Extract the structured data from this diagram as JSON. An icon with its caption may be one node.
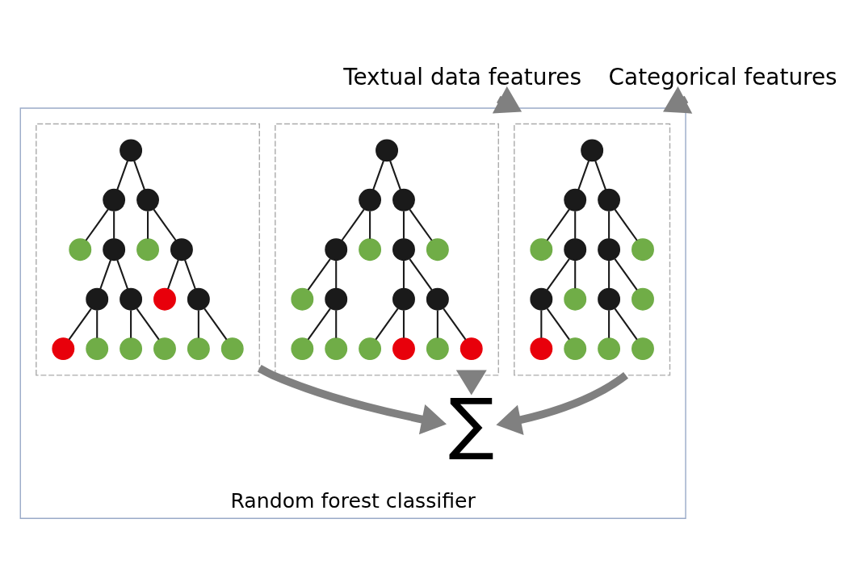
{
  "diagram": {
    "nodes": [
      {
        "text": [
          "Textual data features"
        ]
      },
      {
        "text": [
          "Categorical features"
        ]
      },
      {
        "text": [
          "Random forest classifier"
        ]
      },
      {
        "text": [],
        "shape": "box",
        "in": 2
      },
      {
        "text": [],
        "shape": "circle",
        "in": 3
      },
      {
        "text": [],
        "shape": "circle",
        "in": 3
      },
      {
        "text": [],
        "shape": "circle",
        "in": 3
      },
      {
        "text": [],
        "shape": "circle",
        "in": 3
      },
      {
        "text": [],
        "shape": "circle",
        "in": 3
      },
      {
        "text": [],
        "shape": "circle",
        "in": 3
      },
      {
        "text": [],
        "shape": "circle",
        "in": 3
      },
      {
        "text": [],
        "shape": "circle",
        "in": 3
      },
      {
        "text": [],
        "shape": "circle",
        "in": 3
      },
      {
        "text": [],
        "shape": "circle",
        "in": 3
      },
      {
        "text": [],
        "shape": "circle",
        "in": 3
      },
      {
        "text": [],
        "shape": "circle",
        "in": 3
      },
      {
        "text": [],
        "shape": "circle",
        "in": 3
      },
      {
        "text": [],
        "shape": "circle",
        "in": 3
      },
      {
        "text": [],
        "shape": "circle",
        "in": 3
      },
      {
        "text": [],
        "shape": "box",
        "in": 2
      },
      {
        "text": [],
        "shape": "circle",
        "in": 19
      },
      {
        "text": [],
        "shape": "circle",
        "in": 19
      },
      {
        "text": [],
        "shape": "circle",
        "in": 19
      },
      {
        "text": [],
        "shape": "circle",
        "in": 19
      },
      {
        "text": [],
        "shape": "circle",
        "in": 19
      },
      {
        "text": [],
        "shape": "circle",
        "in": 19
      },
      {
        "text": [],
        "shape": "circle",
        "in": 19
      },
      {
        "text": [],
        "shape": "circle",
        "in": 19
      },
      {
        "text": [],
        "shape": "circle",
        "in": 19
      },
      {
        "text": [],
        "shape": "circle",
        "in": 19
      },
      {
        "text": [],
        "shape": "circle",
        "in": 19
      },
      {
        "text": [],
        "shape": "circle",
        "in": 19
      },
      {
        "text": [],
        "shape": "circle",
        "in": 19
      },
      {
        "text": [],
        "shape": "circle",
        "in": 19
      },
      {
        "text": [],
        "shape": "circle",
        "in": 19
      },
      {
        "text": [],
        "shape": "circle",
        "in": 19
      },
      {
        "text": [],
        "shape": "circle",
        "in": 19
      },
      {
        "text": [],
        "shape": "box",
        "in": 2
      },
      {
        "text": [],
        "shape": "circle",
        "in": 37
      },
      {
        "text": [],
        "shape": "circle",
        "in": 37
      },
      {
        "text": [],
        "shape": "circle",
        "in": 37
      },
      {
        "text": [],
        "shape": "circle",
        "in": 37
      },
      {
        "text": [],
        "shape": "circle",
        "in": 37
      },
      {
        "text": [],
        "shape": "circle",
        "in": 37
      },
      {
        "text": [],
        "shape": "circle",
        "in": 37
      },
      {
        "text": [],
        "shape": "circle",
        "in": 37
      },
      {
        "text": [],
        "shape": "circle",
        "in": 37
      },
      {
        "text": [],
        "shape": "circle",
        "in": 37
      },
      {
        "text": [],
        "shape": "circle",
        "in": 37
      },
      {
        "text": [],
        "shape": "circle",
        "in": 37
      },
      {
        "text": [],
        "shape": "circle",
        "in": 37
      },
      {
        "text": [],
        "shape": "circle",
        "in": 37
      },
      {
        "text": [],
        "shape": "circle",
        "in": 37
      },
      {
        "text": [],
        "shape": "circle",
        "in": 37
      },
      {
        "text": [],
        "shape": "circle",
        "in": 37
      },
      {
        "text": [
          "∑"
        ],
        "in": 2
      }
    ],
    "edges": [
      {
        "from": 0,
        "to": 2,
        "arrow": "to",
        "style": "thick",
        "color": "#808080"
      },
      {
        "from": 1,
        "to": 2,
        "arrow": "to",
        "style": "thick",
        "color": "#808080"
      },
      {
        "from": 4,
        "to": 5,
        "arrow": "none"
      },
      {
        "from": 4,
        "to": 6,
        "arrow": "none"
      },
      {
        "from": 5,
        "to": 7,
        "arrow": "none"
      },
      {
        "from": 5,
        "to": 8,
        "arrow": "none"
      },
      {
        "from": 6,
        "to": 9,
        "arrow": "none"
      },
      {
        "from": 6,
        "to": 10,
        "arrow": "none"
      },
      {
        "from": 8,
        "to": 11,
        "arrow": "none"
      },
      {
        "from": 8,
        "to": 12,
        "arrow": "none"
      },
      {
        "from": 9,
        "to": 13,
        "arrow": "none"
      },
      {
        "from": 9,
        "to": 14,
        "arrow": "none"
      },
      {
        "from": 11,
        "to": 15,
        "arrow": "none"
      },
      {
        "from": 11,
        "to": 16,
        "arrow": "none"
      },
      {
        "from": 13,
        "to": 17,
        "arrow": "none"
      },
      {
        "from": 13,
        "to": 18,
        "arrow": "none"
      },
      {
        "from": 20,
        "to": 21,
        "arrow": "none"
      },
      {
        "from": 20,
        "to": 22,
        "arrow": "none"
      },
      {
        "from": 21,
        "to": 23,
        "arrow": "none"
      },
      {
        "from": 21,
        "to": 24,
        "arrow": "none"
      },
      {
        "from": 22,
        "to": 25,
        "arrow": "none"
      },
      {
        "from": 22,
        "to": 26,
        "arrow": "none"
      },
      {
        "from": 23,
        "to": 27,
        "arrow": "none"
      },
      {
        "from": 23,
        "to": 28,
        "arrow": "none"
      },
      {
        "from": 25,
        "to": 29,
        "arrow": "none"
      },
      {
        "from": 25,
        "to": 30,
        "arrow": "none"
      },
      {
        "from": 28,
        "to": 31,
        "arrow": "none"
      },
      {
        "from": 28,
        "to": 32,
        "arrow": "none"
      },
      {
        "from": 29,
        "to": 33,
        "arrow": "none"
      },
      {
        "from": 29,
        "to": 34,
        "arrow": "none"
      },
      {
        "from": 30,
        "to": 35,
        "arrow": "none"
      },
      {
        "from": 30,
        "to": 36,
        "arrow": "none"
      },
      {
        "from": 38,
        "to": 39,
        "arrow": "none"
      },
      {
        "from": 38,
        "to": 40,
        "arrow": "none"
      },
      {
        "from": 39,
        "to": 41,
        "arrow": "none"
      },
      {
        "from": 39,
        "to": 42,
        "arrow": "none"
      },
      {
        "from": 40,
        "to": 43,
        "arrow": "none"
      },
      {
        "from": 40,
        "to": 44,
        "arrow": "none"
      },
      {
        "from": 42,
        "to": 45,
        "arrow": "none"
      },
      {
        "from": 42,
        "to": 46,
        "arrow": "none"
      },
      {
        "from": 44,
        "to": 47,
        "arrow": "none"
      },
      {
        "from": 44,
        "to": 48,
        "arrow": "none"
      },
      {
        "from": 45,
        "to": 49,
        "arrow": "none"
      },
      {
        "from": 45,
        "to": 50,
        "arrow": "none"
      },
      {
        "from": 46,
        "to": 51,
        "arrow": "none"
      },
      {
        "from": 46,
        "to": 52,
        "arrow": "none"
      },
      {
        "from": 48,
        "to": 53,
        "arrow": "none"
      },
      {
        "from": 48,
        "to": 54,
        "arrow": "none"
      },
      {
        "from": 3,
        "to": 55,
        "arrow": "to",
        "style": "thick",
        "color": "#808080"
      },
      {
        "from": 19,
        "to": 55,
        "arrow": "to",
        "style": "thick",
        "color": "#808080"
      },
      {
        "from": 37,
        "to": 55,
        "arrow": "to",
        "style": "thick",
        "color": "#808080"
      }
    ]
  }
}
